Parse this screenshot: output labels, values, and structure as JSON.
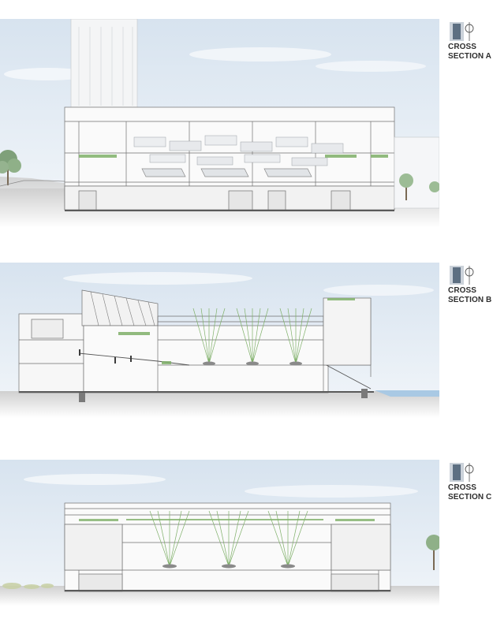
{
  "sheet": {
    "sections": [
      {
        "line1": "CROSS",
        "line2": "SECTION A",
        "key_icon": "section-key-plan-icon"
      },
      {
        "line1": "CROSS",
        "line2": "SECTION B",
        "key_icon": "section-key-plan-icon"
      },
      {
        "line1": "CROSS",
        "line2": "SECTION C",
        "key_icon": "section-key-plan-icon"
      }
    ]
  },
  "colors": {
    "sky": "#e3ecf4",
    "ground": "#d9d9d9",
    "linework": "#6f6f6f",
    "greenery": "#7fb069",
    "water": "#a9c9e4"
  }
}
